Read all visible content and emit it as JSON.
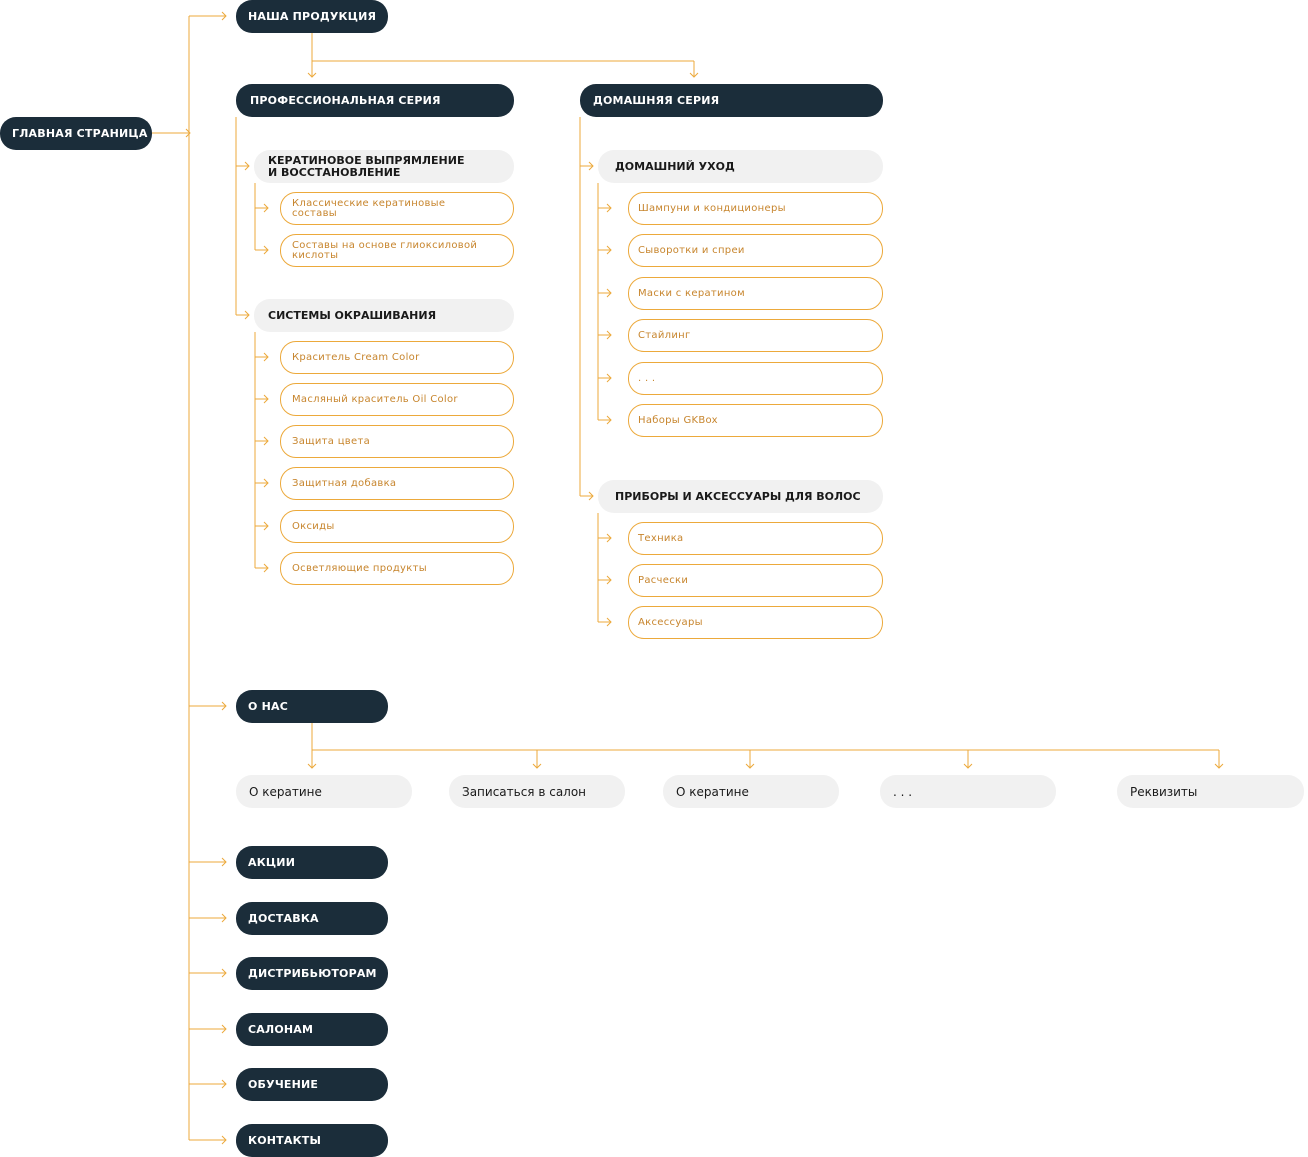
{
  "colors": {
    "navy": "#1b2d3a",
    "accent": "#eca93b",
    "leaf_text": "#c7852d",
    "grey": "#f1f1f1"
  },
  "root": "ГЛАВНАЯ СТРАНИЦА",
  "menu": {
    "products": "НАША ПРОДУКЦИЯ",
    "about": "О НАС",
    "promo": "АКЦИИ",
    "delivery": "ДОСТАВКА",
    "distributors": "ДИСТРИБЬЮТОРАМ",
    "salons": "САЛОНАМ",
    "training": "ОБУЧЕНИЕ",
    "contacts": "КОНТАКТЫ"
  },
  "pro": {
    "title": "ПРОФЕССИОНАЛЬНАЯ СЕРИЯ",
    "keratin": {
      "title": "КЕРАТИНОВОЕ ВЫПРЯМЛЕНИЕ И ВОССТАНОВЛЕНИЕ",
      "items": [
        "Классические кератиновые составы",
        "Составы на основе глиоксиловой кислоты"
      ]
    },
    "coloring": {
      "title": "СИСТЕМЫ ОКРАШИВАНИЯ",
      "items": [
        "Краситель Cream Color",
        "Масляный краситель Oil Color",
        "Защита цвета",
        "Защитная добавка",
        "Оксиды",
        "Осветляющие продукты"
      ]
    }
  },
  "home": {
    "title": "ДОМАШНЯЯ СЕРИЯ",
    "care": {
      "title": "ДОМАШНИЙ УХОД",
      "items": [
        "Шампуни и кондиционеры",
        "Сыворотки и спреи",
        "Маски с кератином",
        "Стайлинг",
        ". . .",
        "Наборы GKBox"
      ]
    },
    "devices": {
      "title": "ПРИБОРЫ И АКСЕССУАРЫ ДЛЯ ВОЛОС",
      "items": [
        "Техника",
        "Расчески",
        "Аксессуары"
      ]
    }
  },
  "about_items": [
    "О кератине",
    "Записаться в салон",
    "О кератине",
    ". . .",
    "Реквизиты"
  ]
}
